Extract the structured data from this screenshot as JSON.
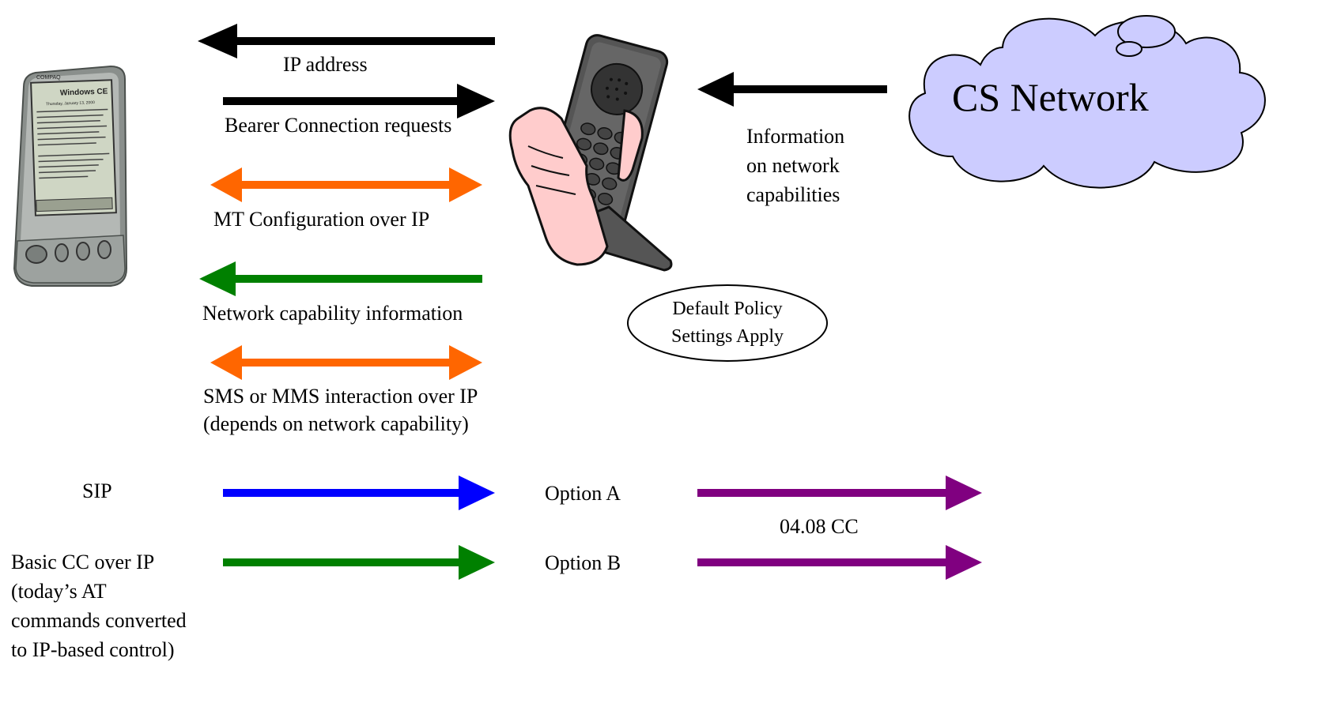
{
  "cloud": {
    "label": "CS Network",
    "fill": "#ccccff"
  },
  "labels": {
    "ip_address": "IP address",
    "bearer": "Bearer Connection requests",
    "mt_config": "MT Configuration over IP",
    "netcap_info": "Network capability information",
    "sms_line1": "SMS or MMS interaction over IP",
    "sms_line2": "(depends on network capability)",
    "info_line1": "Information",
    "info_line2": "on network",
    "info_line3": "capabilities",
    "sip": "SIP",
    "option_a": "Option A",
    "option_b": "Option B",
    "cc0408": "04.08 CC",
    "basic_line1": "Basic CC over IP",
    "basic_line2": "(today’s AT",
    "basic_line3": "commands converted",
    "basic_line4": "to IP-based control)"
  },
  "policy": {
    "line1": "Default Policy",
    "line2": "Settings Apply"
  },
  "pda": {
    "brand": "COMPAQ",
    "os": "Windows CE",
    "date": "Thursday, January 13, 2000",
    "icon": "pda-device-icon"
  },
  "phone": {
    "icon": "mobile-phone-in-hand-icon"
  },
  "colors": {
    "black": "#000000",
    "orange": "#ff6600",
    "green": "#008000",
    "blue": "#0000ff",
    "purple": "#800080",
    "skin": "#ffcccc",
    "phone_body": "#555555"
  }
}
